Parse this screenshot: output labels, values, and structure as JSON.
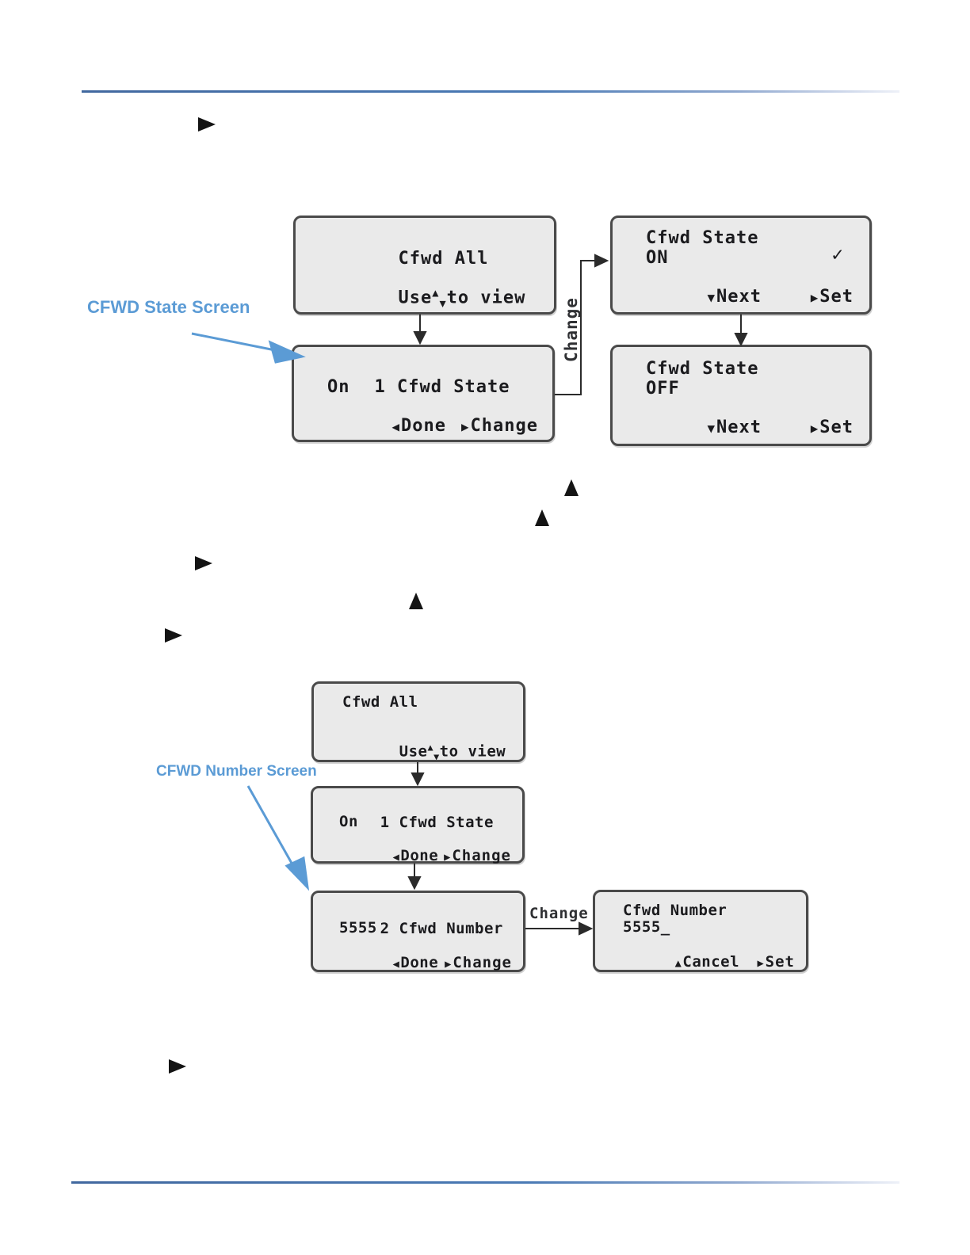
{
  "labels": {
    "state_screen": "CFWD State Screen",
    "number_screen": "CFWD Number Screen"
  },
  "glyphs": {
    "up": "▲",
    "down": "▼",
    "left": "◀",
    "right": "▶",
    "check": "✓"
  },
  "diagram1": {
    "change_vertical": "Change",
    "cfwd_all": {
      "title": "Cfwd All",
      "use_pre": "Use",
      "use_post": "to view"
    },
    "state_menu": {
      "num": "1",
      "title": "Cfwd State",
      "value": "On",
      "softkey_left": "Done",
      "softkey_right": "Change"
    },
    "state_on": {
      "title": "Cfwd State",
      "value": "ON",
      "softkey_left": "Next",
      "softkey_right": "Set"
    },
    "state_off": {
      "title": "Cfwd State",
      "value": "OFF",
      "softkey_left": "Next",
      "softkey_right": "Set"
    }
  },
  "diagram2": {
    "change_horizontal": "Change",
    "cfwd_all": {
      "title": "Cfwd All",
      "use_pre": "Use",
      "use_post": "to view"
    },
    "state_menu": {
      "num": "1",
      "title": "Cfwd State",
      "value": "On",
      "softkey_left": "Done",
      "softkey_right": "Change"
    },
    "number_menu": {
      "num": "2",
      "title": "Cfwd Number",
      "value": "5555",
      "softkey_left": "Done",
      "softkey_right": "Change"
    },
    "number_edit": {
      "title": "Cfwd Number",
      "value": "5555_",
      "softkey_left": "Cancel",
      "softkey_right": "Set"
    }
  }
}
